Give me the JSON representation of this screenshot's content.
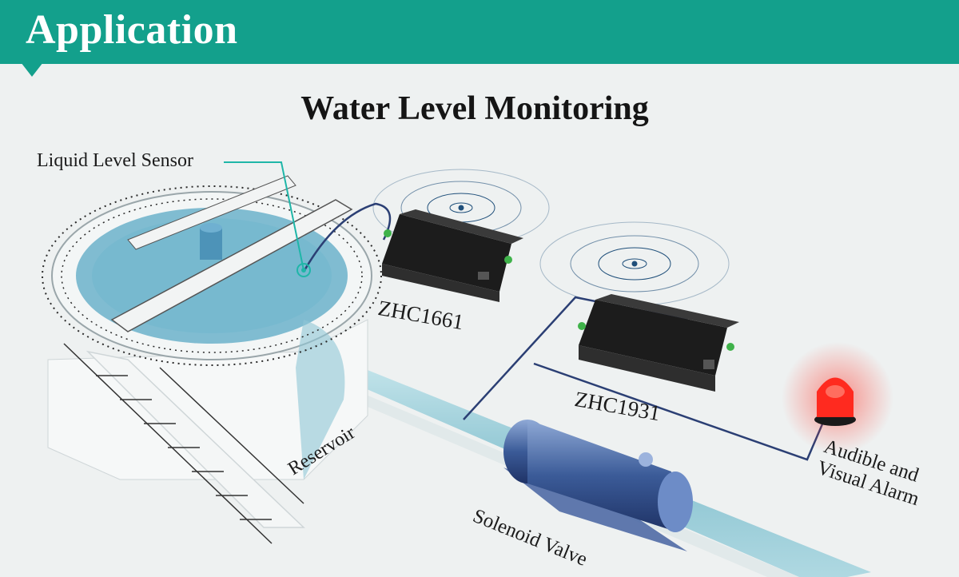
{
  "header": {
    "title": "Application"
  },
  "diagram": {
    "title": "Water Level Monitoring",
    "labels": {
      "sensor": "Liquid Level Sensor",
      "device1": "ZHC1661",
      "device2": "ZHC1931",
      "reservoir": "Reservoir",
      "valve": "Solenoid Valve",
      "alarm_line1": "Audible and",
      "alarm_line2": "Visual Alarm"
    }
  },
  "colors": {
    "banner": "#13a08c",
    "leader_line": "#1fb6a8",
    "cable": "#2b3f74",
    "alarm_light": "#ff2a1f",
    "water": "#5aa8c4"
  }
}
